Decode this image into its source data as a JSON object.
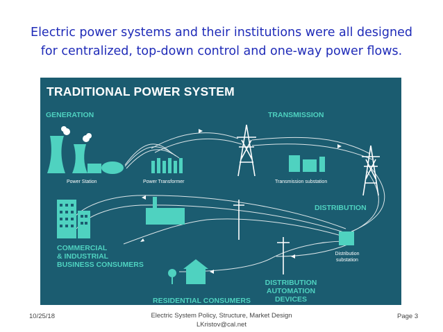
{
  "slide": {
    "heading_line1": "Electric power systems and their institutions were all designed",
    "heading_line2": "for centralized, top-down control and one-way power flows."
  },
  "diagram": {
    "title": "TRADITIONAL POWER SYSTEM",
    "sections": {
      "generation": "GENERATION",
      "transmission": "TRANSMISSION",
      "distribution": "DISTRIBUTION",
      "commercial_1": "COMMERCIAL",
      "commercial_2": "& INDUSTRIAL",
      "commercial_3": "BUSINESS CONSUMERS",
      "residential": "RESIDENTIAL CONSUMERS",
      "automation_1": "DISTRIBUTION",
      "automation_2": "AUTOMATION",
      "automation_3": "DEVICES"
    },
    "labels": {
      "power_station": "Power Station",
      "power_transformer": "Power Transformer",
      "transmission_substation": "Transmission substation",
      "distribution_substation_1": "Distribution",
      "distribution_substation_2": "substation"
    },
    "colors": {
      "background": "#1b5c70",
      "accent": "#4fd2c0",
      "line": "#ffffff"
    }
  },
  "footer": {
    "date": "10/25/18",
    "center_line1": "Electric System Policy, Structure, Market Design",
    "center_line2": "LKristov@cal.net",
    "page": "Page 3"
  }
}
